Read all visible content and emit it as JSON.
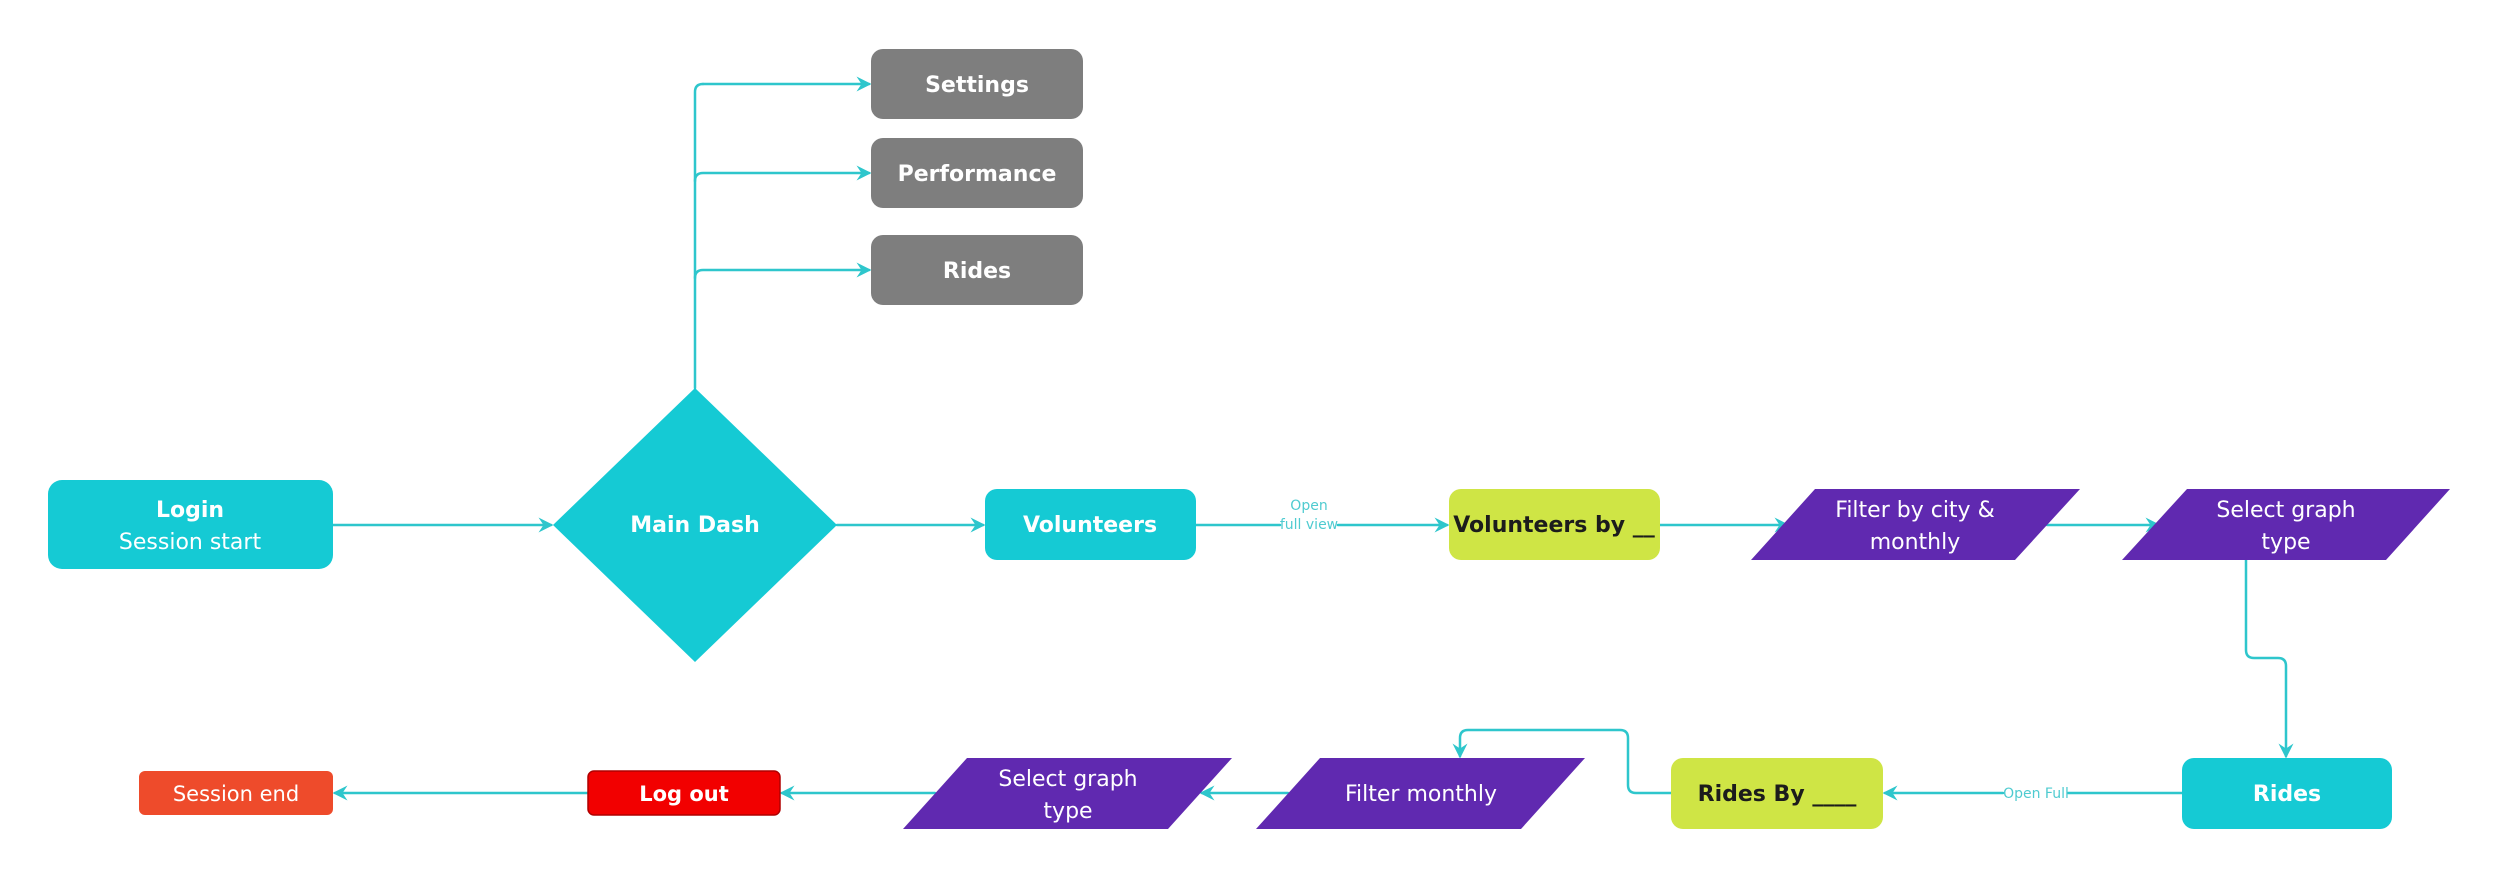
{
  "colors": {
    "teal": "#15CAD4",
    "gray": "#7E7E7E",
    "lime": "#CFE545",
    "purple": "#6029B0",
    "red": "#F20000",
    "orange_red": "#EE4B2B",
    "connector": "#2EC6CC",
    "label": "#4FCBD0",
    "white": "#FFFFFF",
    "dark_text": "#1C1C1C"
  },
  "nodes": {
    "login": {
      "title": "Login",
      "subtitle": "Session start",
      "shape": "rounded-rect",
      "color": "teal"
    },
    "main_dash": {
      "label": "Main Dash",
      "shape": "diamond",
      "color": "teal"
    },
    "settings": {
      "label": "Settings",
      "shape": "rounded-rect",
      "color": "gray"
    },
    "performance": {
      "label": "Performance",
      "shape": "rounded-rect",
      "color": "gray"
    },
    "rides_menu": {
      "label": "Rides",
      "shape": "rounded-rect",
      "color": "gray"
    },
    "volunteers": {
      "label": "Volunteers",
      "shape": "rounded-rect",
      "color": "teal"
    },
    "volunteers_by": {
      "label": "Volunteers by __",
      "shape": "rounded-rect",
      "color": "lime"
    },
    "filter_city_monthly": {
      "line1": "Filter by city &",
      "line2": "monthly",
      "shape": "parallelogram",
      "color": "purple"
    },
    "select_graph_top": {
      "line1": "Select graph",
      "line2": "type",
      "shape": "parallelogram",
      "color": "purple"
    },
    "rides_view": {
      "label": "Rides",
      "shape": "rounded-rect",
      "color": "teal"
    },
    "rides_by": {
      "label": "Rides By ____",
      "shape": "rounded-rect",
      "color": "lime"
    },
    "filter_monthly": {
      "label": "Filter monthly",
      "shape": "parallelogram",
      "color": "purple"
    },
    "select_graph_bottom": {
      "line1": "Select graph",
      "line2": "type",
      "shape": "parallelogram",
      "color": "purple"
    },
    "log_out": {
      "label": "Log out",
      "shape": "rounded-rect",
      "color": "red"
    },
    "session_end": {
      "label": "Session end",
      "shape": "rounded-rect",
      "color": "orange_red"
    }
  },
  "edges": [
    {
      "from": "login",
      "to": "main_dash",
      "label": ""
    },
    {
      "from": "main_dash",
      "to": "settings",
      "label": ""
    },
    {
      "from": "main_dash",
      "to": "performance",
      "label": ""
    },
    {
      "from": "main_dash",
      "to": "rides_menu",
      "label": ""
    },
    {
      "from": "main_dash",
      "to": "volunteers",
      "label": ""
    },
    {
      "from": "volunteers",
      "to": "volunteers_by",
      "label_line1": "Open",
      "label_line2": "full view"
    },
    {
      "from": "volunteers_by",
      "to": "filter_city_monthly",
      "label": ""
    },
    {
      "from": "filter_city_monthly",
      "to": "select_graph_top",
      "label": ""
    },
    {
      "from": "select_graph_top",
      "to": "rides_view",
      "label": ""
    },
    {
      "from": "rides_view",
      "to": "rides_by",
      "label": "Open Full"
    },
    {
      "from": "rides_by",
      "to": "filter_monthly",
      "label": ""
    },
    {
      "from": "filter_monthly",
      "to": "select_graph_bottom",
      "label": ""
    },
    {
      "from": "select_graph_bottom",
      "to": "log_out",
      "label": ""
    },
    {
      "from": "log_out",
      "to": "session_end",
      "label": ""
    }
  ]
}
